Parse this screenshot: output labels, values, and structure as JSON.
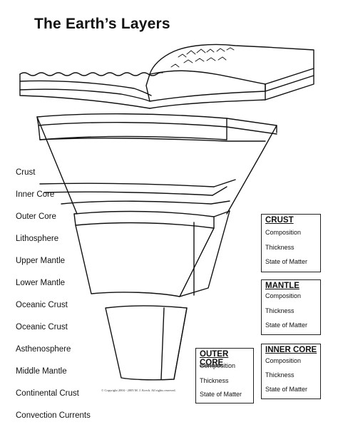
{
  "title": "The Earth’s Layers",
  "word_bank": [
    "Crust",
    "Inner Core",
    "Outer Core",
    "Lithosphere",
    "Upper Mantle",
    "Lower Mantle",
    "Oceanic Crust",
    "Oceanic Crust",
    "Asthenosphere",
    "Middle Mantle",
    "Continental Crust",
    "Convection Currents"
  ],
  "boxes": {
    "crust": {
      "heading": "CRUST",
      "fields": [
        "Composition",
        "Thickness",
        "State of Matter"
      ]
    },
    "mantle": {
      "heading": "MANTLE",
      "fields": [
        "Composition",
        "Thickness",
        "State of Matter"
      ]
    },
    "outer_core": {
      "heading": "OUTER CORE",
      "fields": [
        "Composition",
        "Thickness",
        "State of Matter"
      ]
    },
    "inner_core": {
      "heading": "INNER CORE",
      "fields": [
        "Composition",
        "Thickness",
        "State of Matter"
      ]
    }
  },
  "copyright": "© Copyright 2004 - 2005  M. J. Krech. All rights reserved."
}
